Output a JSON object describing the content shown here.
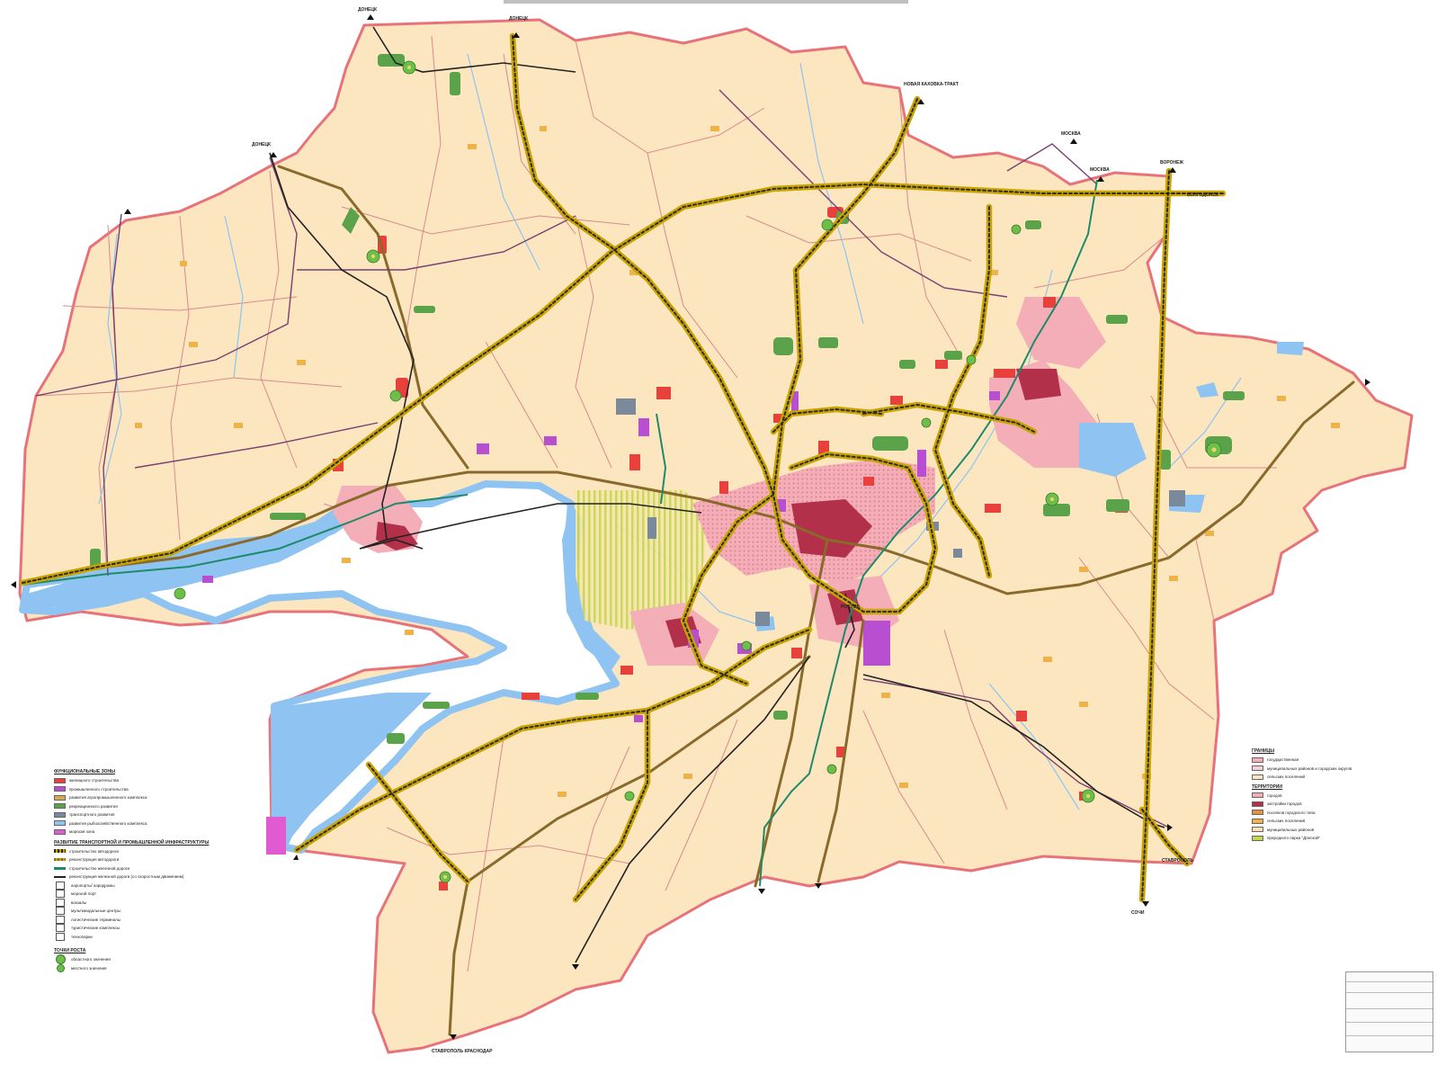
{
  "map": {
    "colors": {
      "region_fill": "#fbe6bf",
      "boundary": "#e8727a",
      "district_line": "#d98a8a",
      "water": "#8fc3f2",
      "highway_casing": "#c9a300",
      "highway_dash": "#2a2a2a",
      "arterial": "#8a6a2a",
      "rail": "#222222",
      "rail_green": "#1f8a6a",
      "purple_road": "#7b3f6e",
      "residential": "#e8413c",
      "industrial": "#b84fd0",
      "recreation": "#5aa34a",
      "urban": "#f4aeb8",
      "urban_dense": "#b2304a",
      "garden": "#efb24a",
      "agro_hatch": "#cfd66f"
    },
    "cities": [
      {
        "name": "ДОНЕЦК",
        "icon": "road-exit-arrow-icon"
      },
      {
        "name": "ДОНЕЦК",
        "icon": "road-exit-arrow-icon"
      },
      {
        "name": "НОВАЯ КАХОВКА-ТРАКТ",
        "icon": "road-exit-arrow-icon"
      },
      {
        "name": "ДОНЕЦК",
        "icon": "road-exit-arrow-icon"
      },
      {
        "name": "МОСКВА",
        "icon": "road-exit-arrow-icon"
      },
      {
        "name": "МОСКВА",
        "icon": "road-exit-arrow-icon"
      },
      {
        "name": "ВОРОНЕЖ",
        "icon": "road-exit-arrow-icon"
      },
      {
        "name": "ВОЛГОДОНСК",
        "icon": "road-exit-arrow-icon"
      },
      {
        "name": "РОСТОВ",
        "icon": "city-label"
      },
      {
        "name": "СТАВРОПОЛЬ КРАСНОДАР",
        "icon": "road-exit-arrow-icon"
      },
      {
        "name": "СОЧИ",
        "icon": "road-exit-arrow-icon"
      },
      {
        "name": "СТАВРОПОЛЬ",
        "icon": "road-exit-arrow-icon"
      }
    ]
  },
  "legend_left": {
    "title1": "ФУНКЦИОНАЛЬНЫЕ ЗОНЫ",
    "zones": [
      {
        "label": "жилищного строительства",
        "color": "#e8413c"
      },
      {
        "label": "промышленного строительства",
        "color": "#b84fd0"
      },
      {
        "label": "развития агропромышленного комплекса",
        "color": "#d9a84a"
      },
      {
        "label": "рекреационного развития",
        "color": "#5aa34a"
      },
      {
        "label": "транспортного развития",
        "color": "#7a8a9a"
      },
      {
        "label": "развития рыбохозяйственного комплекса",
        "color": "#8fc3f2"
      },
      {
        "label": "морская зона",
        "color": "#e05ad0"
      }
    ],
    "title2": "РАЗВИТИЕ ТРАНСПОРТНОЙ И ПРОМЫШЛЕННОЙ ИНФРАСТРУКТУРЫ",
    "transport": [
      {
        "label": "строительство автодороги",
        "style": "highway"
      },
      {
        "label": "реконструкция автодороги",
        "style": "arterial"
      },
      {
        "label": "строительство железной дороги",
        "style": "rail-green"
      },
      {
        "label": "реконструкция железной дороги (со скоростным движением)",
        "style": "rail"
      },
      {
        "label": "аэропорты/ аэродромы",
        "style": "icon"
      },
      {
        "label": "морской порт",
        "style": "icon"
      },
      {
        "label": "вокзалы",
        "style": "icon"
      },
      {
        "label": "мультимодальные центры",
        "style": "icon"
      },
      {
        "label": "логистические терминалы",
        "style": "icon"
      },
      {
        "label": "туристические комплексы",
        "style": "icon"
      },
      {
        "label": "технопарки",
        "style": "icon"
      }
    ],
    "title3": "ТОЧКИ РОСТА",
    "growth": [
      {
        "label": "областного значения",
        "color": "#6cc04a"
      },
      {
        "label": "местного значения",
        "color": "#6cc04a"
      }
    ]
  },
  "legend_right": {
    "title1": "ГРАНИЦЫ",
    "borders": [
      {
        "label": "государственная",
        "color": "#f4aeb8"
      },
      {
        "label": "муниципальных районов и городских округов",
        "color": "#f8d0d6"
      },
      {
        "label": "сельских поселений",
        "color": "#fbe6bf"
      }
    ],
    "title2": "ТЕРРИТОРИИ",
    "territories": [
      {
        "label": "городов",
        "color": "#f4aeb8"
      },
      {
        "label": "застройки городов",
        "color": "#b2304a"
      },
      {
        "label": "поселков городского типа",
        "color": "#e8903a"
      },
      {
        "label": "сельских поселений",
        "color": "#efb24a"
      },
      {
        "label": "муниципальных районов",
        "color": "#f6e4b8"
      },
      {
        "label": "природного парка \"Донской\"",
        "color": "#c7d64a"
      }
    ]
  }
}
